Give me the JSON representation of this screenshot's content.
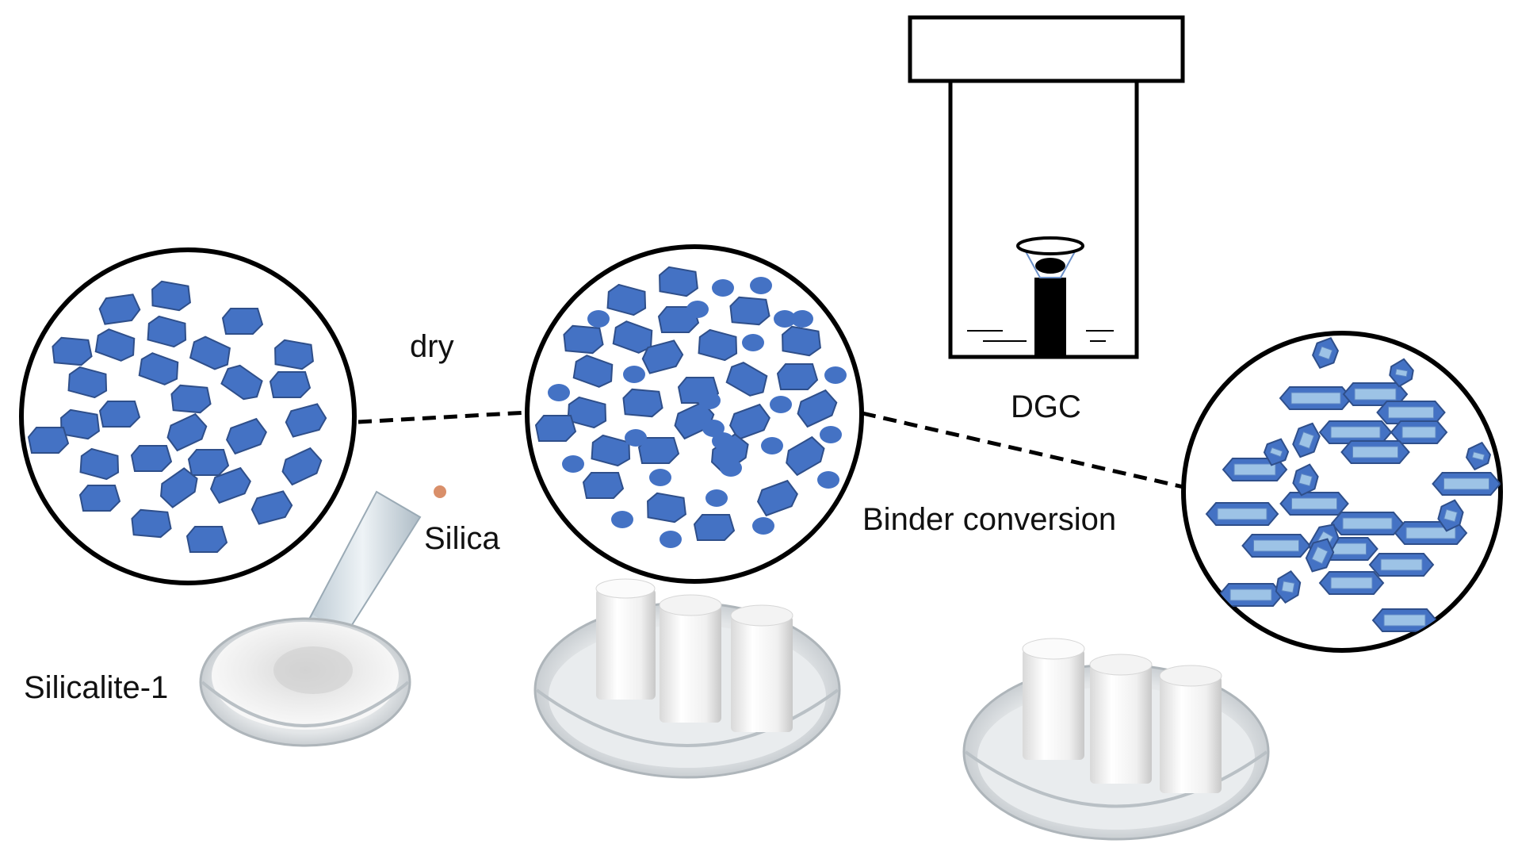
{
  "labels": {
    "dry": "dry",
    "dgc": "DGC",
    "binder_conversion": "Binder conversion",
    "silica": "Silica",
    "silicalite": "Silicalite-1"
  },
  "colors": {
    "crystal_fill": "#4472c4",
    "crystal_stroke": "#2f4f8a",
    "converted_inner": "#9dc3e6",
    "outline": "#000000",
    "glass": "#e6e9ec",
    "powder": "#f2f2f2"
  },
  "icons": [
    "hexagon-crystal-icon",
    "silica-sphere-icon",
    "converted-crystal-icon",
    "autoclave-icon",
    "syringe-icon",
    "petri-dish-icon",
    "extrudate-icon"
  ]
}
